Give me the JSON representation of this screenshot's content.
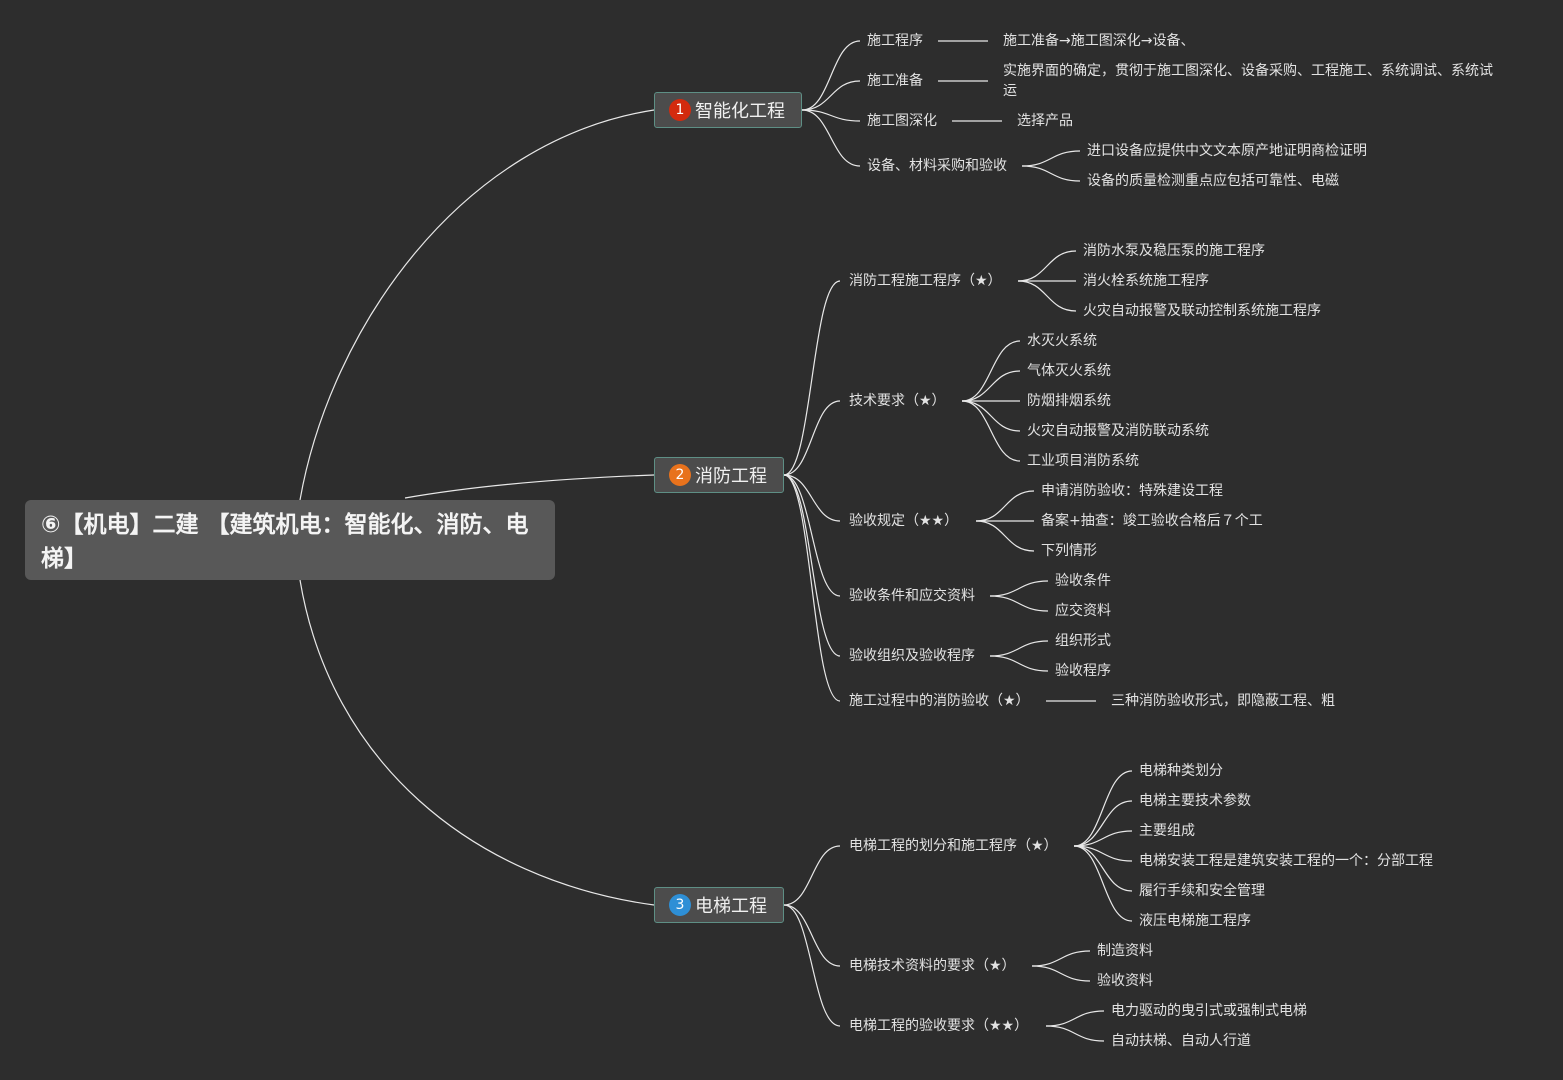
{
  "root": {
    "title": "⑥【机电】二建 【建筑机电：智能化、消防、电梯】"
  },
  "branches": [
    {
      "badge": "1",
      "badge_color": "#d32a0e",
      "label": "智能化工程",
      "children": [
        {
          "label": "施工程序",
          "details": [
            "施工准备→施工图深化→设备、"
          ]
        },
        {
          "label": "施工准备",
          "details": [
            "实施界面的确定，贯彻于施工图深化、设备采购、工程施工、系统调试、系统试运"
          ]
        },
        {
          "label": "施工图深化",
          "details": [
            "选择产品"
          ]
        },
        {
          "label": "设备、材料采购和验收",
          "details": [
            "进口设备应提供中文文本原产地证明商检证明",
            "设备的质量检测重点应包括可靠性、电磁"
          ]
        }
      ]
    },
    {
      "badge": "2",
      "badge_color": "#e8721c",
      "label": "消防工程",
      "children": [
        {
          "label": "消防工程施工程序（★）",
          "details": [
            "消防水泵及稳压泵的施工程序",
            "消火栓系统施工程序",
            "火灾自动报警及联动控制系统施工程序"
          ]
        },
        {
          "label": "技术要求（★）",
          "details": [
            "水灭火系统",
            "气体灭火系统",
            "防烟排烟系统",
            "火灾自动报警及消防联动系统",
            "工业项目消防系统"
          ]
        },
        {
          "label": "验收规定（★★）",
          "details": [
            "申请消防验收：特殊建设工程",
            "备案+抽查：竣工验收合格后７个工",
            "下列情形"
          ]
        },
        {
          "label": "验收条件和应交资料",
          "details": [
            "验收条件",
            "应交资料"
          ]
        },
        {
          "label": "验收组织及验收程序",
          "details": [
            "组织形式",
            "验收程序"
          ]
        },
        {
          "label": "施工过程中的消防验收（★）",
          "details": [
            "三种消防验收形式，即隐蔽工程、粗"
          ]
        }
      ]
    },
    {
      "badge": "3",
      "badge_color": "#2e8fd6",
      "label": "电梯工程",
      "children": [
        {
          "label": "电梯工程的划分和施工程序（★）",
          "details": [
            "电梯种类划分",
            "电梯主要技术参数",
            "主要组成",
            "电梯安装工程是建筑安装工程的一个：分部工程",
            "履行手续和安全管理",
            "液压电梯施工程序"
          ]
        },
        {
          "label": "电梯技术资料的要求（★）",
          "details": [
            "制造资料",
            "验收资料"
          ]
        },
        {
          "label": "电梯工程的验收要求（★★）",
          "details": [
            "电力驱动的曳引式或强制式电梯",
            "自动扶梯、自动人行道"
          ]
        }
      ]
    }
  ]
}
